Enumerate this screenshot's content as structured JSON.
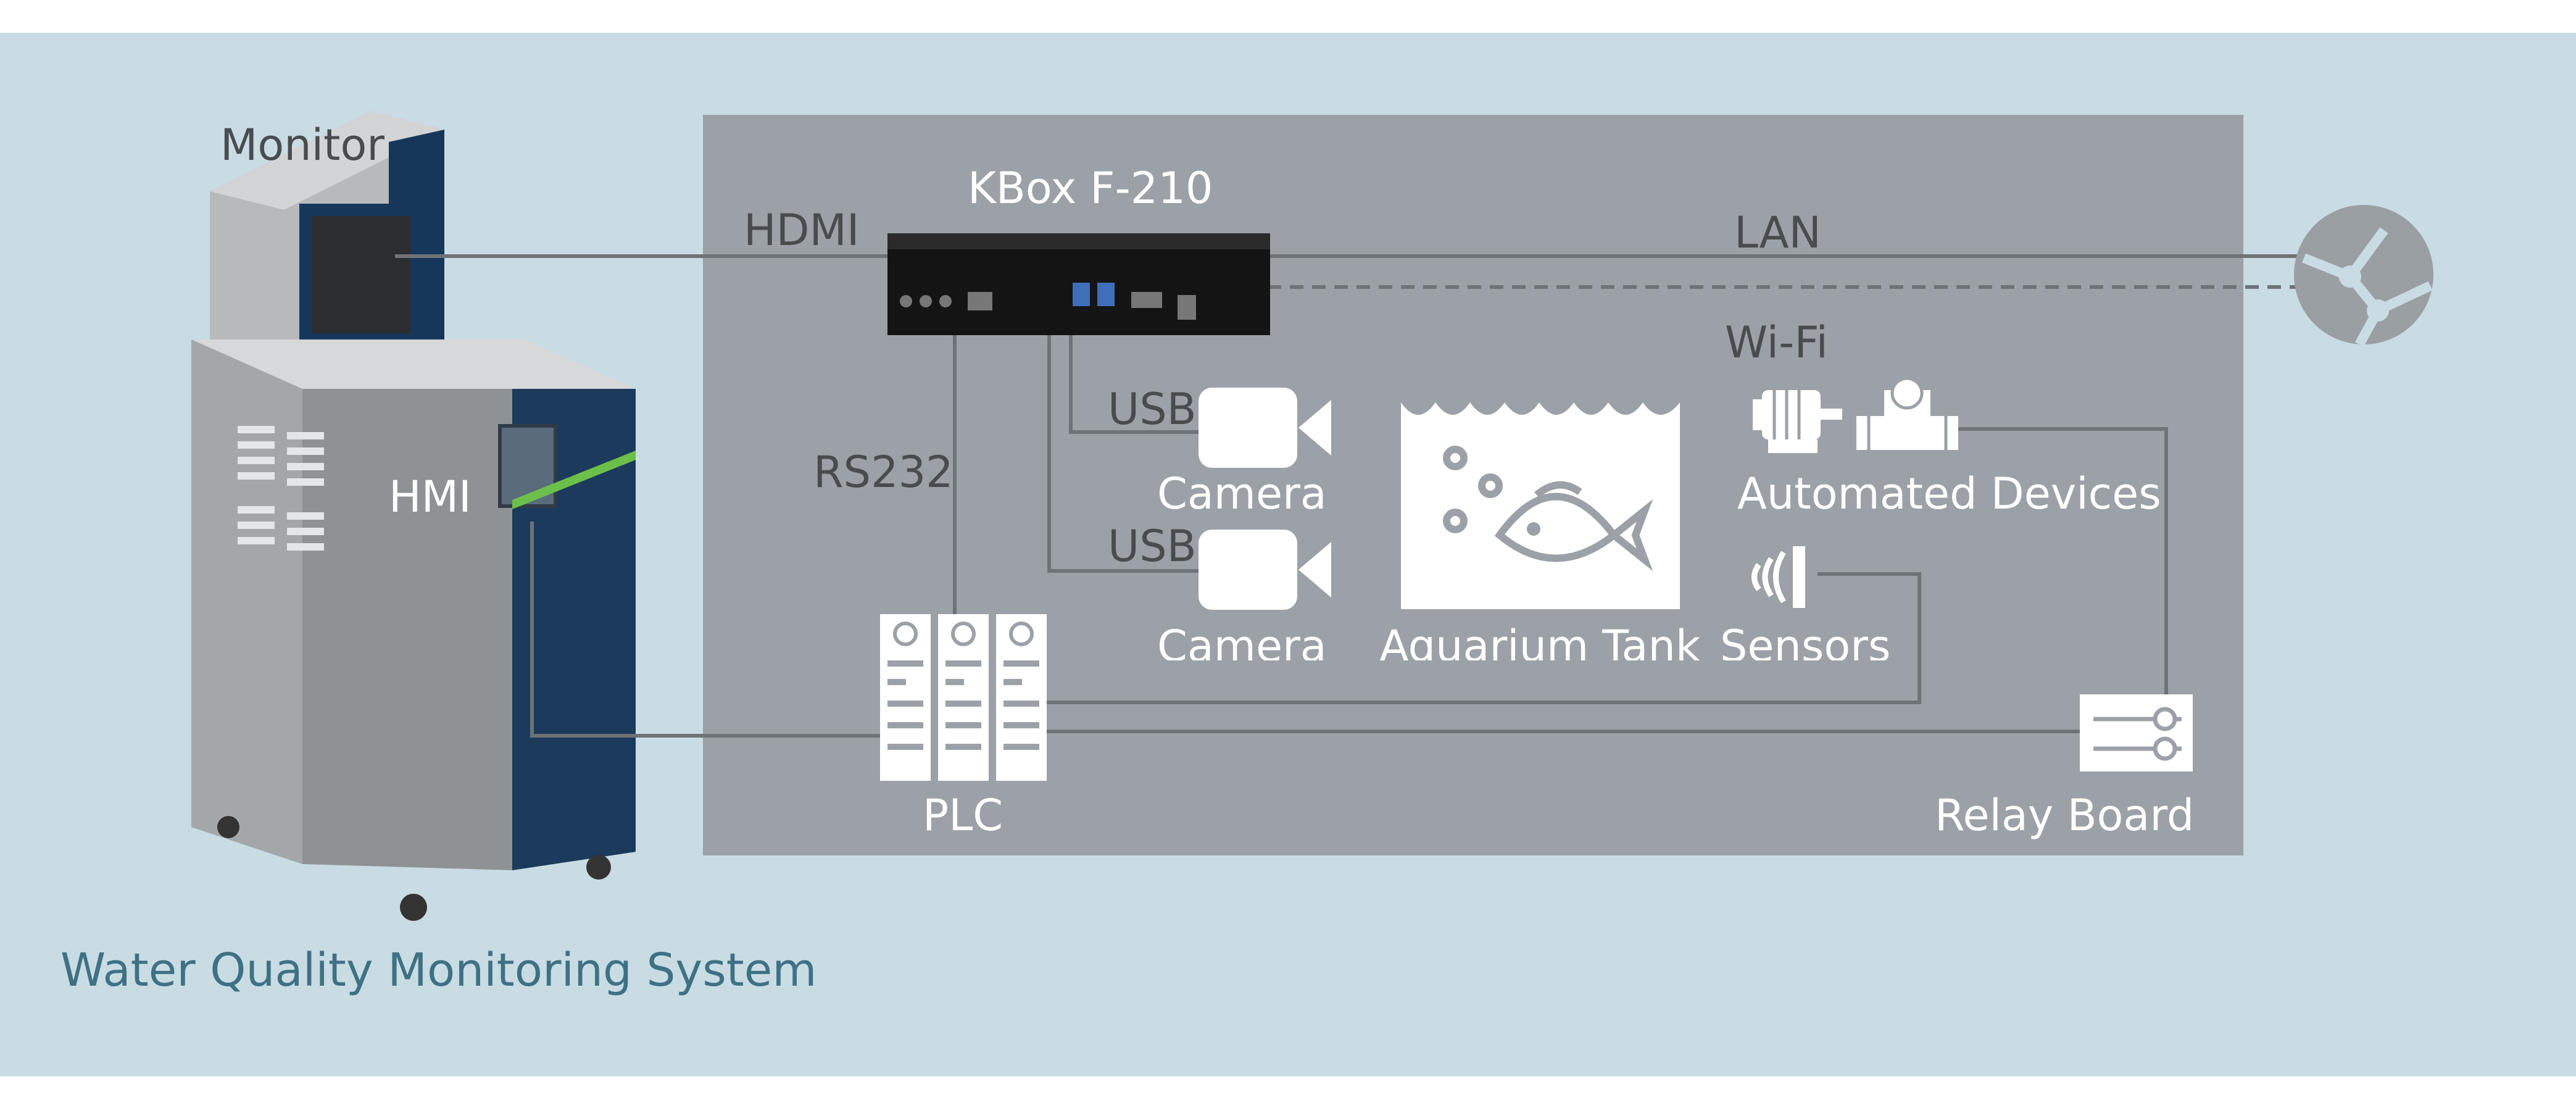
{
  "title": "Water Quality Monitoring System",
  "labels": {
    "monitor": "Monitor",
    "hmi": "HMI",
    "kbox": "KBox F-210",
    "hdmi": "HDMI",
    "lan": "LAN",
    "wifi": "Wi-Fi",
    "rs232": "RS232",
    "usb1": "USB",
    "usb2": "USB",
    "camera1": "Camera",
    "camera2": "Camera",
    "aquarium": "Aquarium Tank",
    "sensors": "Sensors",
    "automated_devices": "Automated Devices",
    "plc": "PLC",
    "relay_board": "Relay Board"
  },
  "colors": {
    "background_band": "#c9dce4",
    "panel": "#9ba1a6",
    "title_text": "#3f7184",
    "cabinet_blue": "#1b3a5c",
    "accent_green": "#6cc04a"
  },
  "icons": [
    "monitor-icon",
    "kiosk-cabinet-icon",
    "kbox-pc-icon",
    "globe-network-icon",
    "camera-icon",
    "aquarium-fish-icon",
    "motor-icon",
    "valve-icon",
    "sensor-icon",
    "plc-icon",
    "relay-board-icon"
  ]
}
